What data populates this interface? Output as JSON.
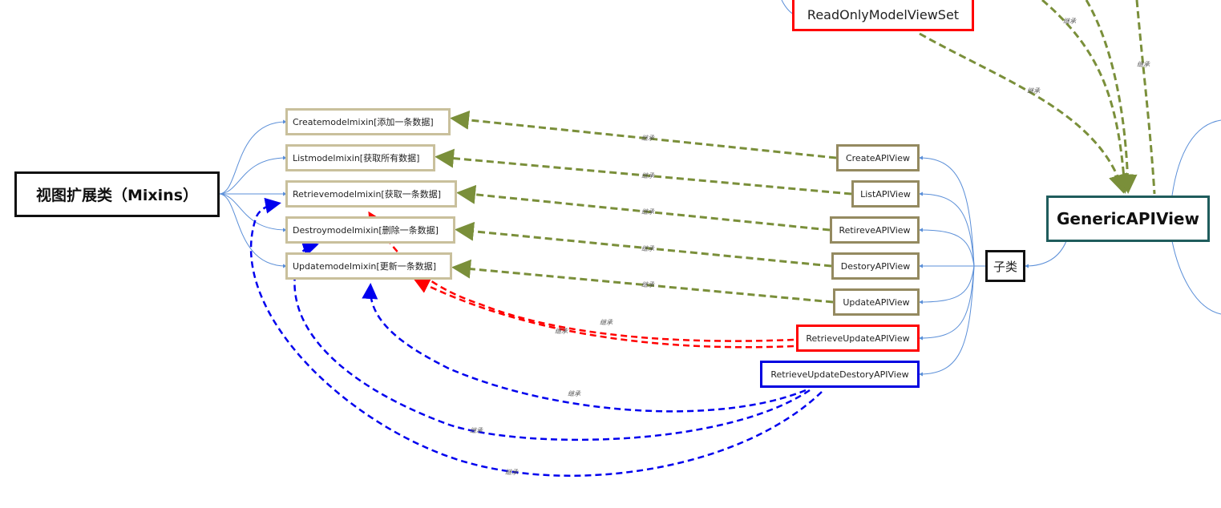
{
  "root": {
    "label": "视图扩展类（Mixins）"
  },
  "mixins": [
    {
      "label": "Createmodelmixin[添加一条数据]"
    },
    {
      "label": "Listmodelmixin[获取所有数据]"
    },
    {
      "label": "Retrievemodelmixin[获取一条数据]"
    },
    {
      "label": "Destroymodelmixin[删除一条数据]"
    },
    {
      "label": "Updatemodelmixin[更新一条数据]"
    }
  ],
  "apis": [
    {
      "label": "CreateAPIView"
    },
    {
      "label": "ListAPIView"
    },
    {
      "label": "RetireveAPIView"
    },
    {
      "label": "DestoryAPIView"
    },
    {
      "label": "UpdateAPIView"
    },
    {
      "label": "RetrieveUpdateAPIView"
    },
    {
      "label": "RetrieveUpdateDestoryAPIView"
    }
  ],
  "subclass": {
    "label": "子类"
  },
  "generic": {
    "label": "GenericAPIView"
  },
  "readonly": {
    "label": "ReadOnlyModelViewSet"
  },
  "edge_label": "继承",
  "colors": {
    "green": "#7a8f3a",
    "red": "#ff0000",
    "blue": "#0000e0",
    "link": "#5b8fd8"
  }
}
